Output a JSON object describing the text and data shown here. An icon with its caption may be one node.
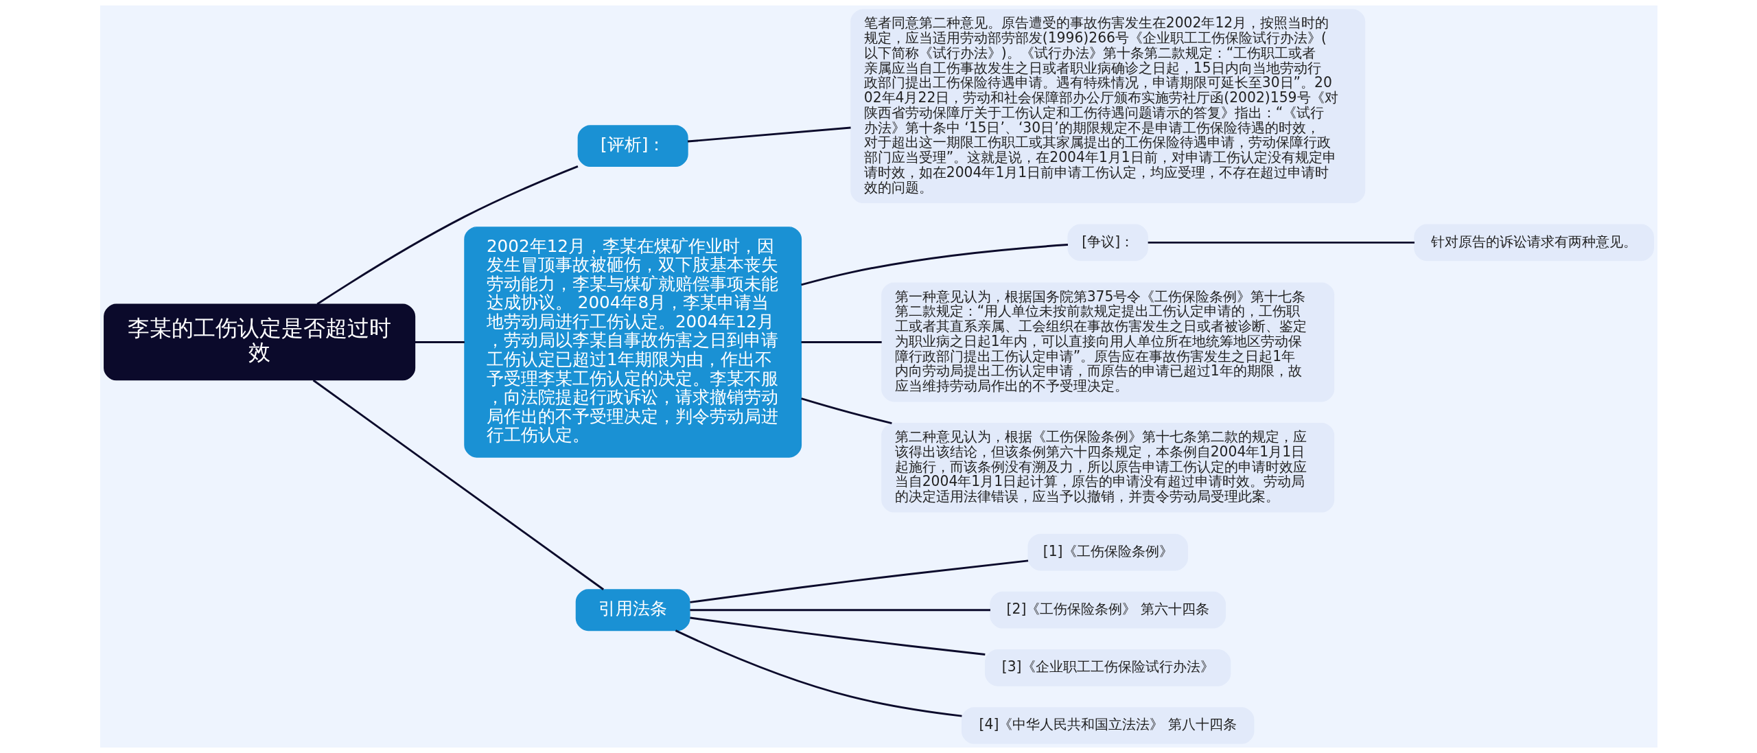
{
  "diagram": {
    "nodes": [
      {
        "text": [
          "李某的工伤认定是否超过时效"
        ]
      },
      {
        "text": [
          "[评析]："
        ]
      },
      {
        "text": [
          "笔者同意第二种意见。原告遭受的事故伤害发生在2002年12月，按照当时的规定，应当适用劳动部劳部发(1996)266号《企业职工工伤保险试行办法》(以下简称《试行办法》)。《试行办法》第十条第二款规定：“工伤职工或者亲属应当自工伤事故发生之日或者职业病确诊之日起，15日内向当地劳动行政部门提出工伤保险待遇申请。遇有特殊情况，申请期限可延长至30日”。2002年4月22日，劳动和社会保障部办公厅颁布实施劳社厅函(2002)159号《对陕西省劳动保障厅关于工伤认定和工伤待遇问题请示的答复》指出：“《试行办法》第十条中 ‘15日’、‘30日’的期限规定不是申请工伤保险待遇的时效，对于超出这一期限工伤职工或其家属提出的工伤保险待遇申请，劳动保障行政部门应当受理”。这就是说，在2004年1月1日前，对申请工伤认定没有规定申请时效，如在2004年1月1日前申请工伤认定，均应受理，不存在超过申请时效的问题。"
        ]
      },
      {
        "text": [
          "2002年12月，李某在煤矿作业时，因发生冒顶事故被砸伤，双下肢基本丧失劳动能力，李某与煤矿就赔偿事项未能达成协议。 2004年8月，李某申请当地劳动局进行工伤认定。2004年12月，劳动局以李某自事故伤害之日到申请工伤认定已超过1年期限为由，作出不予受理李某工伤认定的决定。李某不服，向法院提起行政诉讼，请求撤销劳动局作出的不予受理决定，判令劳动局进行工伤认定。"
        ]
      },
      {
        "text": [
          "[争议]："
        ]
      },
      {
        "text": [
          "针对原告的诉讼请求有两种意见。"
        ]
      },
      {
        "text": [
          "第一种意见认为，根据国务院第375号令《工伤保险条例》第十七条第二款规定：“用人单位未按前款规定提出工伤认定申请的，工伤职工或者其直系亲属、工会组织在事故伤害发生之日或者被诊断、鉴定为职业病之日起1年内，可以直接向用人单位所在地统筹地区劳动保障行政部门提出工伤认定申请”。原告应在事故伤害发生之日起1年内向劳动局提出工伤认定申请，而原告的申请已超过1年的期限，故应当维持劳动局作出的不予受理决定。"
        ]
      },
      {
        "text": [
          "第二种意见认为，根据《工伤保险条例》第十七条第二款的规定，应该得出该结论，但该条例第六十四条规定，本条例自2004年1月1日起施行，而该条例没有溯及力，所以原告申请工伤认定的申请时效应当自2004年1月1日起计算，原告的申请没有超过申请时效。劳动局的决定适用法律错误，应当予以撤销，并责令劳动局受理此案。"
        ]
      },
      {
        "text": [
          "引用法条"
        ]
      },
      {
        "text": [
          "[1]《工伤保险条例》"
        ]
      },
      {
        "text": [
          "[2]《工伤保险条例》 第六十四条"
        ]
      },
      {
        "text": [
          "[3]《企业职工工伤保险试行办法》"
        ]
      },
      {
        "text": [
          "[4]《中华人民共和国立法法》 第八十四条"
        ]
      }
    ],
    "edges": [
      {
        "from": 0,
        "to": 3,
        "arrow": "none"
      },
      {
        "from": 3,
        "to": 4,
        "arrow": "none"
      },
      {
        "from": 4,
        "to": 5,
        "arrow": "none"
      },
      {
        "from": 3,
        "to": 6,
        "arrow": "none"
      },
      {
        "from": 3,
        "to": 7,
        "arrow": "none"
      },
      {
        "from": 0,
        "to": 1,
        "arrow": "none"
      },
      {
        "from": 1,
        "to": 2,
        "arrow": "none"
      },
      {
        "from": 0,
        "to": 8,
        "arrow": "none"
      },
      {
        "from": 8,
        "to": 9,
        "arrow": "none"
      },
      {
        "from": 8,
        "to": 10,
        "arrow": "none"
      },
      {
        "from": 8,
        "to": 11,
        "arrow": "none"
      },
      {
        "from": 8,
        "to": 12,
        "arrow": "none"
      }
    ]
  }
}
